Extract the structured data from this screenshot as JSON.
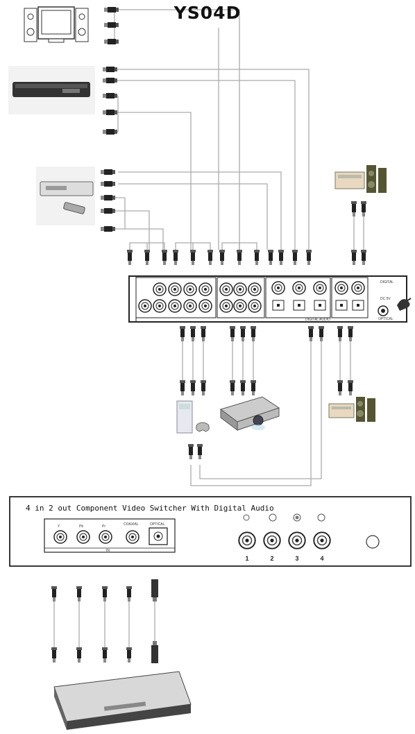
{
  "title": "YS04D",
  "front_panel": {
    "title": "4 in 2 out Component Video Switcher With Digital Audio",
    "in_labels": [
      "Y",
      "Pb",
      "Pr",
      "COAXIAL",
      "OPTICAL"
    ],
    "in_group_label": "IN",
    "input_numbers": [
      "1",
      "2",
      "3",
      "4"
    ]
  },
  "rear_panel": {
    "labels": [
      "DIGITAL",
      "DC 5V",
      "OPTICAL",
      "DIGITAL AUDIO"
    ]
  },
  "colors": {
    "line": "#aaaaaa",
    "panel_stroke": "#222222",
    "text": "#111111"
  }
}
